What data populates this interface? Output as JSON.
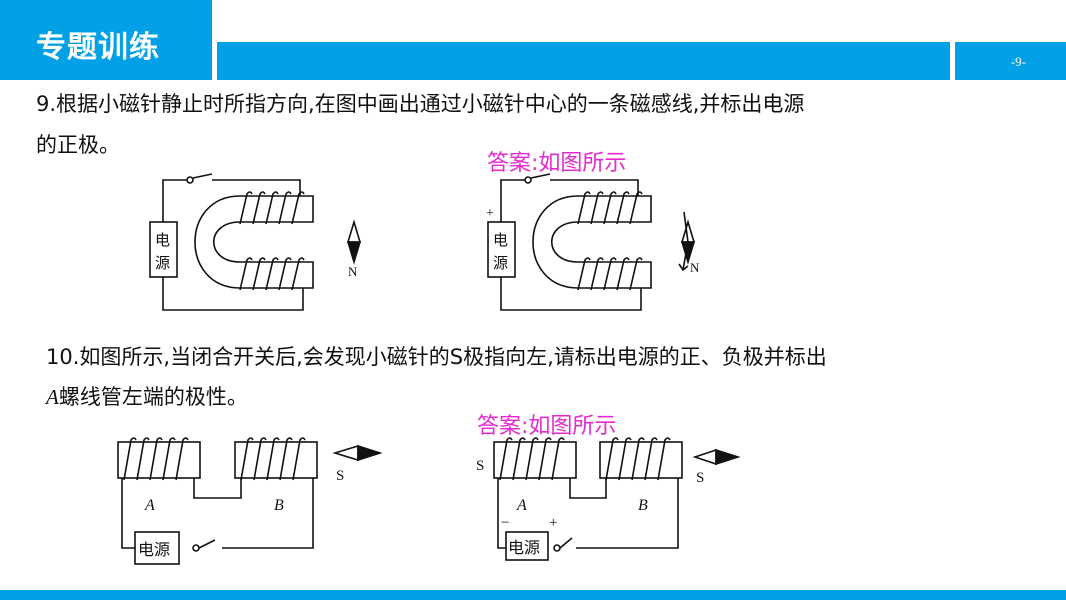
{
  "header": {
    "title": "专题训练",
    "page": "-9-"
  },
  "q9": {
    "line1": "9.根据小磁针静止时所指方向,在图中画出通过小磁针中心的一条磁感线,并标出电源",
    "line2": "的正极。",
    "answer": "答案:如图所示"
  },
  "q10": {
    "line1": "10.如图所示,当闭合开关后,会发现小磁针的S极指向左,请标出电源的正、负极并标出",
    "line2_italic": "A",
    "line2": "螺线管左端的极性。",
    "answer": "答案:如图所示"
  },
  "labels": {
    "power_top": "电",
    "power_bottom": "源",
    "power": "电源",
    "N": "N",
    "S": "S",
    "A": "A",
    "B": "B",
    "plus": "+",
    "minus": "−"
  },
  "colors": {
    "brand": "#02a0e6",
    "answer": "#e62ad0"
  }
}
